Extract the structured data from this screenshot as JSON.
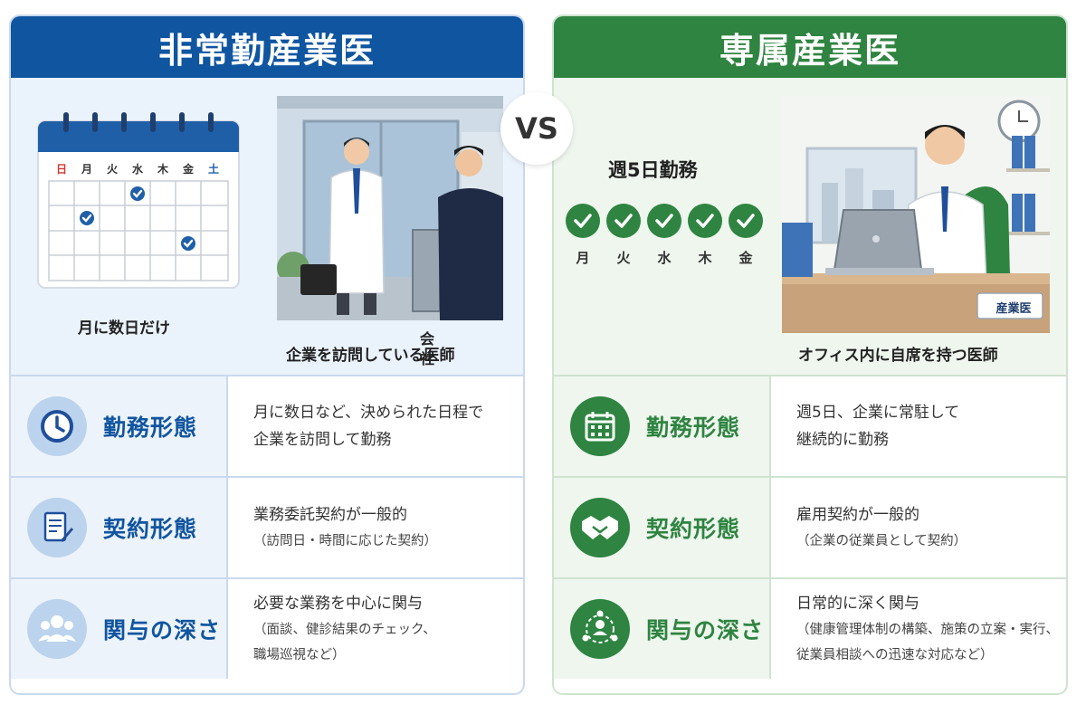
{
  "vs_label": "VS",
  "left": {
    "title": "非常勤産業医",
    "calendar_days": [
      "日",
      "月",
      "火",
      "水",
      "木",
      "金",
      "土"
    ],
    "calendar_caption": "月に数日だけ",
    "sign_text": "会\n社",
    "scene_caption": "企業を訪問している医師",
    "rows": [
      {
        "icon": "clock-icon",
        "label": "勤務形態",
        "main": "月に数日など、決められた日程で\n企業を訪問して勤務",
        "sub": ""
      },
      {
        "icon": "contract-icon",
        "label": "契約形態",
        "main": "業務委託契約が一般的",
        "sub": "（訪問日・時間に応じた契約）"
      },
      {
        "icon": "people-icon",
        "label": "関与の深さ",
        "main": "必要な業務を中心に関与",
        "sub": "（面談、健診結果のチェック、\n職場巡視など）"
      }
    ]
  },
  "right": {
    "title": "専属産業医",
    "schedule_title": "週5日勤務",
    "week_days": [
      "月",
      "火",
      "水",
      "木",
      "金"
    ],
    "nameplate": "産業医",
    "scene_caption": "オフィス内に自席を持つ医師",
    "rows": [
      {
        "icon": "calendar-icon",
        "label": "勤務形態",
        "main": "週5日、企業に常駐して\n継続的に勤務",
        "sub": ""
      },
      {
        "icon": "handshake-icon",
        "label": "契約形態",
        "main": "雇用契約が一般的",
        "sub": "（企業の従業員として契約）"
      },
      {
        "icon": "network-icon",
        "label": "関与の深さ",
        "main": "日常的に深く関与",
        "sub": "（健康管理体制の構築、施策の立案・実行、\n従業員相談への迅速な対応など）"
      }
    ]
  },
  "colors": {
    "left_accent": "#0f55a0",
    "right_accent": "#2e8440",
    "check_blue": "#1f5fa8",
    "check_green": "#2e8440"
  }
}
